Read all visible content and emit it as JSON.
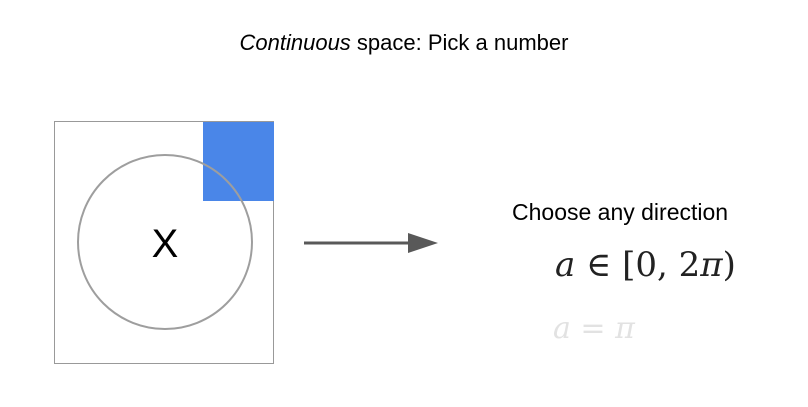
{
  "title": {
    "emphasis": "Continuous",
    "rest": " space: Pick a number"
  },
  "agent": {
    "label": "X"
  },
  "action": {
    "description": "Choose any direction",
    "range_expression": {
      "variable": "a",
      "relation": " ∈ ",
      "interval": "[0, 2",
      "pi": "π",
      "close": ")"
    },
    "example_expression": {
      "variable": "a",
      "relation": " = ",
      "value": "π"
    }
  },
  "colors": {
    "target": "#4a86e8",
    "arrow": "#595959"
  },
  "icons": {
    "arrow": "right-arrow-icon"
  }
}
